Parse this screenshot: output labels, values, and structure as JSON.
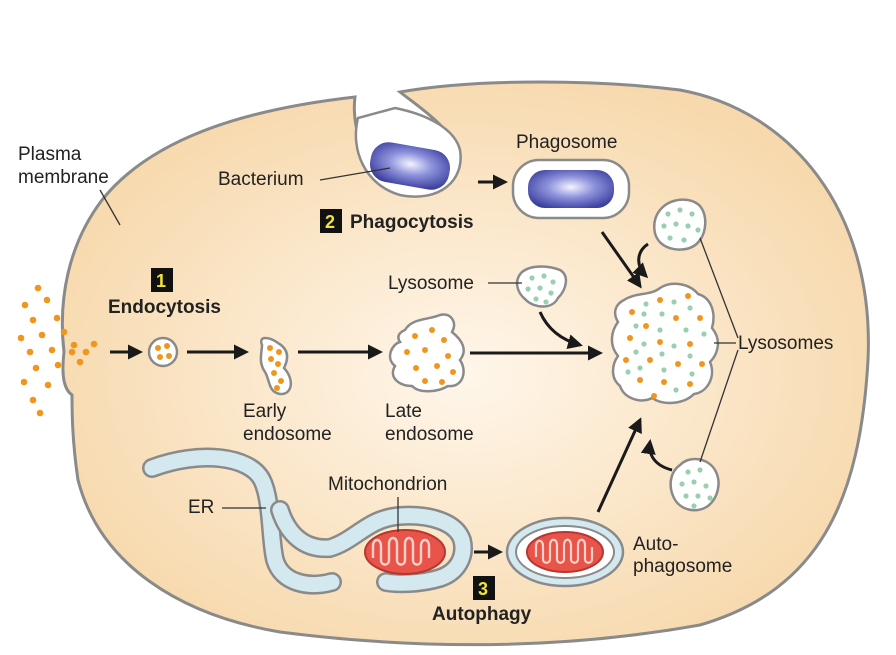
{
  "labels": {
    "plasma_membrane_1": "Plasma",
    "plasma_membrane_2": "membrane",
    "bacterium": "Bacterium",
    "phagosome": "Phagosome",
    "lysosome": "Lysosome",
    "lysosomes": "Lysosomes",
    "early_endosome_1": "Early",
    "early_endosome_2": "endosome",
    "late_endosome_1": "Late",
    "late_endosome_2": "endosome",
    "er": "ER",
    "mitochondrion": "Mitochondrion",
    "autophagosome_1": "Auto-",
    "autophagosome_2": "phagosome"
  },
  "pathways": [
    {
      "number": "1",
      "name": "Endocytosis"
    },
    {
      "number": "2",
      "name": "Phagocytosis"
    },
    {
      "number": "3",
      "name": "Autophagy"
    }
  ],
  "colors": {
    "cytoplasm": "#f8dcb4",
    "membrane": "#8a8a8a",
    "vesicle_fill": "#ffffff",
    "cargo_orange": "#f0961e",
    "lysosome_green": "#9ad0b0",
    "bacterium_blue": "#4a4fb0",
    "mito_red": "#e8534a",
    "er_fill": "#d4e8ef",
    "badge_bg": "#111111",
    "badge_text": "#f2e23a"
  }
}
